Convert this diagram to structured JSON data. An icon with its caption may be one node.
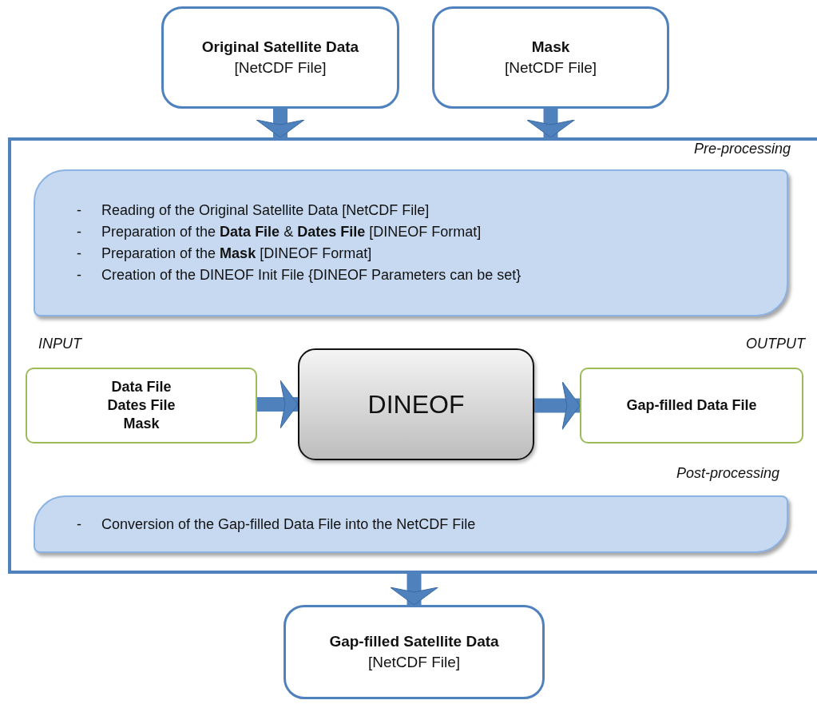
{
  "diagram": {
    "nodes": [
      {
        "text": [
          "Original Satellite Data",
          "[NetCDF File]"
        ]
      },
      {
        "text": [
          "Mask",
          "[NetCDF File]"
        ]
      },
      {
        "text": [],
        "shape": "box"
      },
      {
        "text": [
          "- Reading of the Original Satellite Data [NetCDF File]",
          "- Preparation of the **Data File** & **Dates File** [DINEOF Format]",
          "- Preparation of the **Mask** [DINEOF Format]",
          "- Creation of the DINEOF Init File {DINEOF Parameters can be set}"
        ],
        "in": 2,
        "beside": [
          "Pre-processing"
        ]
      },
      {
        "text": [
          "Data File",
          "Dates File",
          "Mask"
        ],
        "in": 2,
        "beside": [
          "INPUT"
        ]
      },
      {
        "text": [
          "DINEOF"
        ],
        "in": 2
      },
      {
        "text": [
          "Gap-filled Data File"
        ],
        "in": 2,
        "beside": [
          "OUTPUT"
        ]
      },
      {
        "text": [
          "- Conversion of the Gap-filled Data File into the NetCDF File"
        ],
        "in": 2,
        "beside": [
          "Post-processing"
        ]
      },
      {
        "text": [
          "Gap-filled Satellite Data",
          "[NetCDF File]"
        ]
      }
    ],
    "edges": [
      {
        "from": 0,
        "to": 2,
        "arrow": "to"
      },
      {
        "from": 1,
        "to": 2,
        "arrow": "to"
      },
      {
        "from": 4,
        "to": 5,
        "arrow": "to"
      },
      {
        "from": 5,
        "to": 6,
        "arrow": "to"
      },
      {
        "from": 2,
        "to": 8,
        "arrow": "to"
      }
    ]
  }
}
